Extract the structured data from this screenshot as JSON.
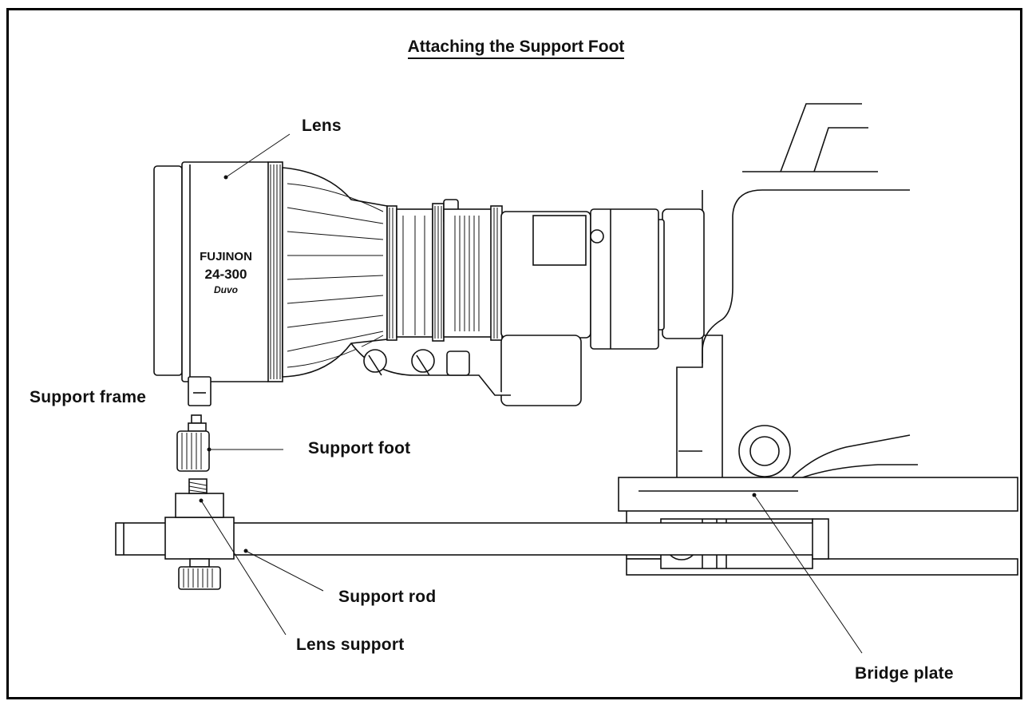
{
  "diagram": {
    "title": "Attaching the Support Foot",
    "labels": {
      "lens": "Lens",
      "support_frame": "Support frame",
      "support_foot": "Support foot",
      "support_rod": "Support rod",
      "lens_support": "Lens support",
      "bridge_plate": "Bridge plate"
    },
    "lens_markings": {
      "brand": "FUJINON",
      "model": "24-300",
      "series": "Duvo"
    }
  }
}
